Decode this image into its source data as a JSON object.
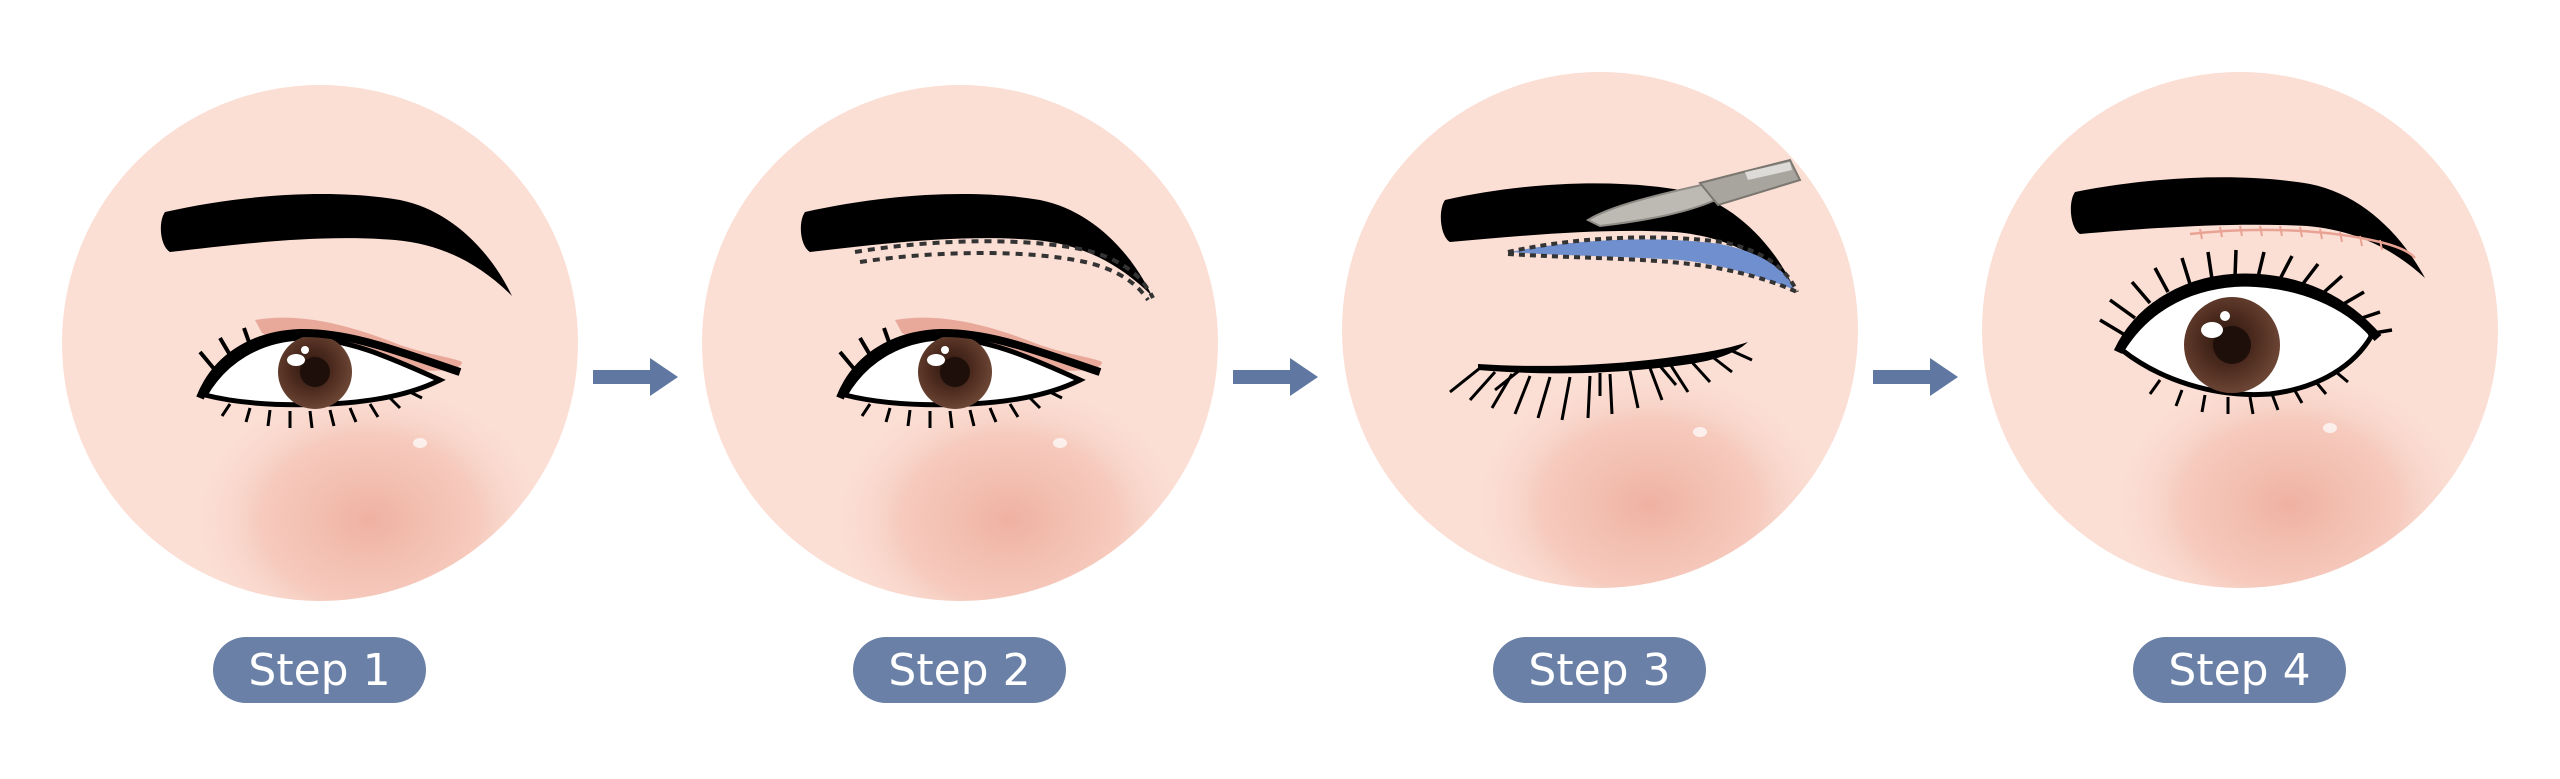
{
  "steps": [
    {
      "label": "Step 1",
      "illustration": "droopy-upper-eyelid-eye-icon"
    },
    {
      "label": "Step 2",
      "illustration": "marked-incision-lines-eye-icon"
    },
    {
      "label": "Step 3",
      "illustration": "scalpel-incision-closed-eye-icon"
    },
    {
      "label": "Step 4",
      "illustration": "lifted-open-eye-icon"
    }
  ],
  "arrows": [
    "arrow-right-icon",
    "arrow-right-icon",
    "arrow-right-icon"
  ],
  "colors": {
    "circle": "#fbded4",
    "blush": "#eeaf9f",
    "pill": "#6a80a7",
    "arrow": "#5f77a1",
    "excision_area": "#6f8fce",
    "lid_fold": "#e8a99a",
    "iris": "#4a2a1e",
    "eyebrow": "#000000"
  }
}
